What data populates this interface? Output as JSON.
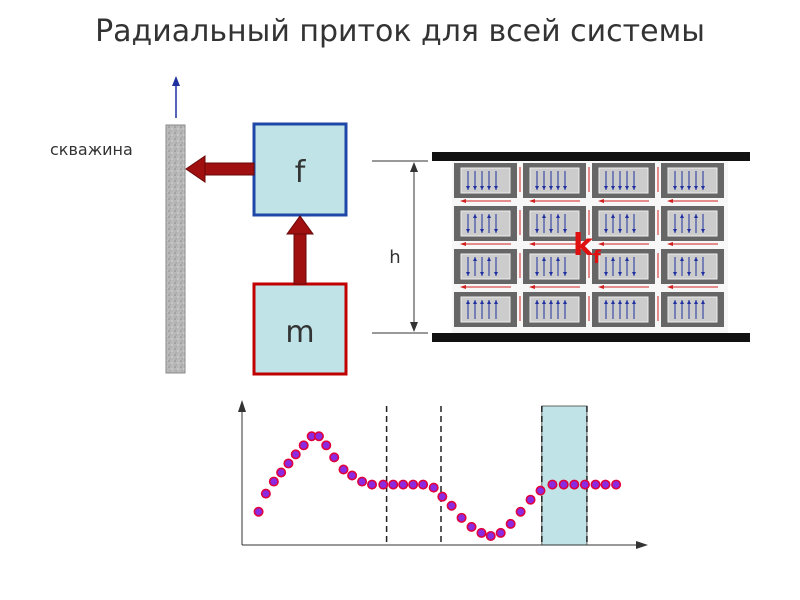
{
  "title": "Радиальный приток для всей системы",
  "labels": {
    "well": "скважина",
    "fracture": "f",
    "matrix": "m",
    "thickness": "h",
    "perm_k": "k",
    "perm_sub": "f"
  },
  "colors": {
    "fracture_fill": "#bfe3e6",
    "fracture_border": "#1f47a8",
    "matrix_fill": "#bfe3e6",
    "matrix_border": "#c00000",
    "arrow": "#a01010",
    "block_dark": "#666666",
    "block_light": "#cccccc",
    "flow_blue": "#1f2fa0",
    "flow_red": "#d02020",
    "point_fill": "#8a2be2",
    "point_edge": "#e0003c",
    "highlight": "#bfe3e6"
  },
  "icons": {
    "up_arrow": "up-arrow-icon",
    "flow_arrow": "left-arrow-icon"
  },
  "grid": {
    "rows": 4,
    "cols": 4,
    "row_flow": [
      "down",
      "both",
      "both",
      "up"
    ]
  },
  "chart_data": {
    "type": "scatter",
    "title": "",
    "xlabel": "",
    "ylabel": "",
    "grid": false,
    "x": [
      0.5,
      1.6,
      2.8,
      3.9,
      5.0,
      6.1,
      7.3,
      8.5,
      9.6,
      10.7,
      11.9,
      13.3,
      14.6,
      16.1,
      17.6,
      19.3,
      20.8,
      22.3,
      23.8,
      25.3,
      26.9,
      28.2,
      29.6,
      31.1,
      32.6,
      34.1,
      35.5,
      37.0,
      38.5,
      40.0,
      41.5,
      43.0,
      44.8,
      46.5,
      48.1,
      49.7,
      51.3,
      52.8,
      54.4
    ],
    "values": [
      11,
      17,
      21,
      24,
      27,
      30,
      33,
      36,
      36,
      33,
      29,
      25,
      23,
      21,
      20,
      20,
      20,
      20,
      20,
      20,
      19,
      16,
      13,
      9,
      6,
      4,
      3,
      4,
      7,
      11,
      15,
      18,
      20,
      20,
      20,
      20,
      20,
      20,
      20
    ],
    "dashed_vlines": [
      19.8,
      28.0
    ],
    "shaded_band": [
      43.2,
      50.0
    ],
    "xlim": [
      -2,
      58
    ],
    "ylim": [
      0,
      48
    ]
  }
}
